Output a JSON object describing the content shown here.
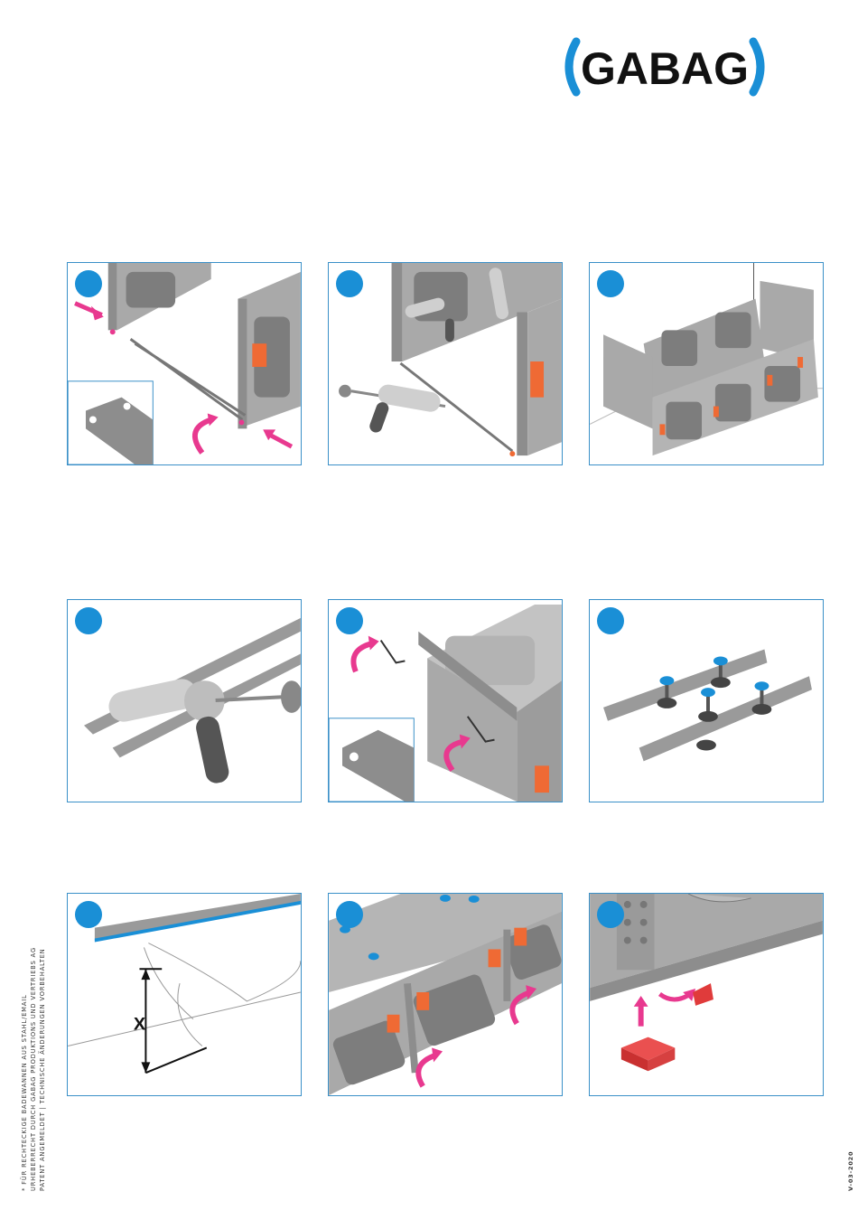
{
  "brand": {
    "name": "GABAG",
    "accent": "#1a8fd6"
  },
  "colors": {
    "frame": "#3a90c8",
    "badge": "#1a8fd6",
    "arrow": "#e8398f",
    "tape": "#ef6a34",
    "metal": "#8d8d8d"
  },
  "footer": {
    "notes": [
      "* FÜR RECHTECKIGE BADEWANNEN AUS STAHL/EMAIL",
      "URHEBERRECHT DURCH GABAG PRODUKTIONS UND VERTRIEBS AG",
      "PATENT ANGEMELDET | TECHNISCHE ÄNDERUNGEN VORBEHALTEN"
    ],
    "version": "V-03-2020"
  },
  "steps": [
    {
      "icon": "frame-assembly-icon"
    },
    {
      "icon": "silicone-gun-icon"
    },
    {
      "icon": "panel-frame-icon"
    },
    {
      "icon": "silicone-gun-icon"
    },
    {
      "icon": "allen-key-icon"
    },
    {
      "icon": "adjustable-feet-icon"
    },
    {
      "icon": "measure-height-icon",
      "label": "X"
    },
    {
      "icon": "panel-frame-icon"
    },
    {
      "icon": "foot-cap-icon"
    }
  ]
}
